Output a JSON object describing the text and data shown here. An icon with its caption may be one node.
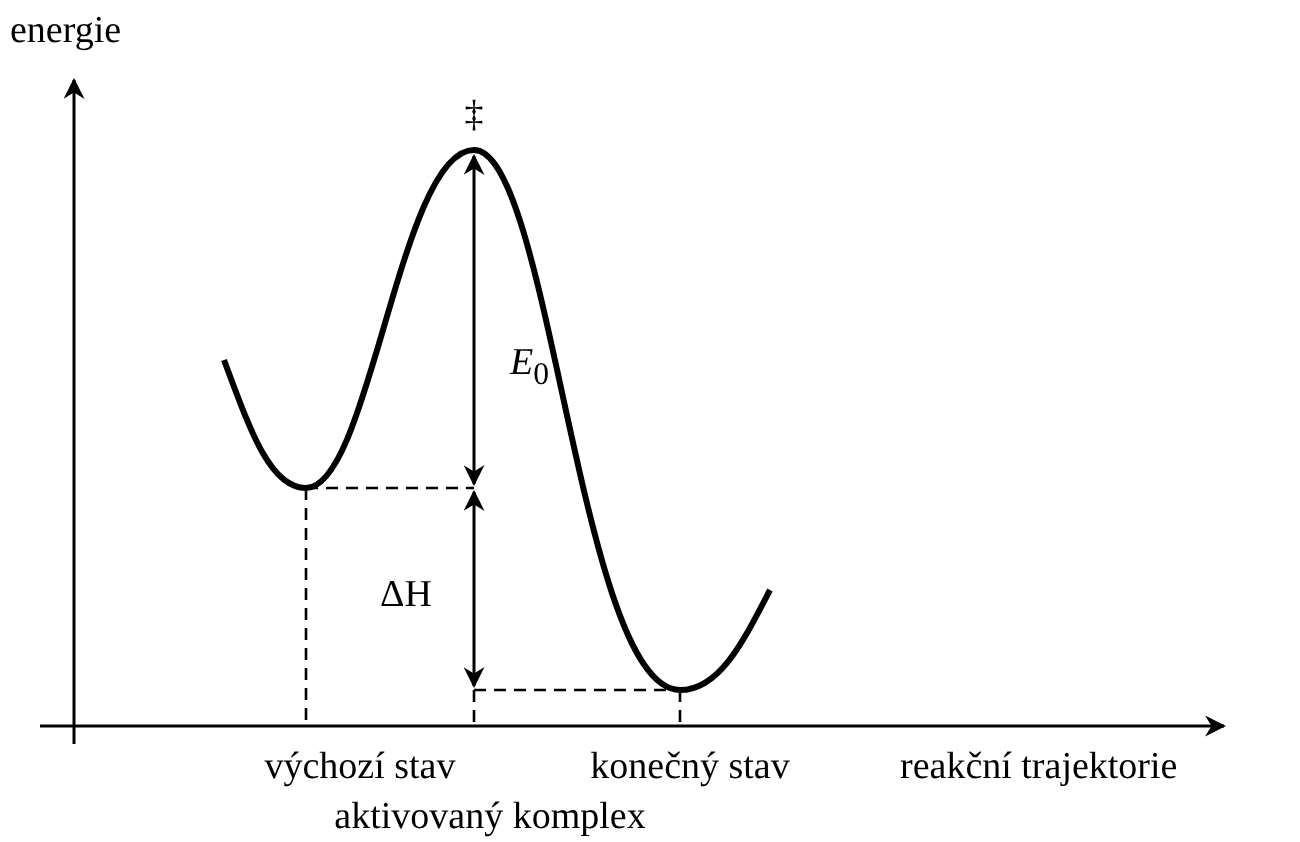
{
  "diagram": {
    "labels": [
      "energie",
      "‡",
      "*E*$_{0}$",
      "ΔH",
      "výchozí stav",
      "konečný stav",
      "reakční trajektorie",
      "aktivovaný komplex"
    ]
  }
}
